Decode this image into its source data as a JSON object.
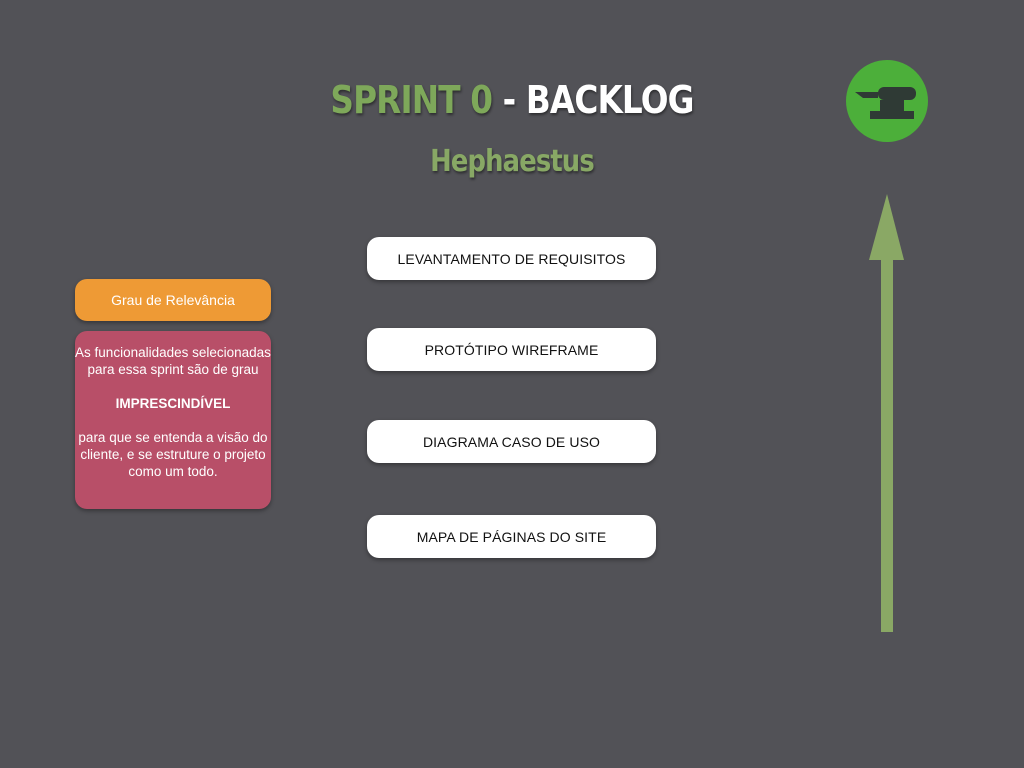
{
  "header": {
    "title_part1": "SPRINT 0",
    "title_separator": " - ",
    "title_part2": "BACKLOG",
    "subtitle": "Hephaestus"
  },
  "logo": {
    "icon": "anvil-icon",
    "color": "#4caf3a"
  },
  "relevance": {
    "label": "Grau de Relevância",
    "color": "#ee9a35"
  },
  "note": {
    "line1": "As funcionalidades selecionadas para essa sprint são de grau",
    "emphasis": "IMPRESCINDÍVEL",
    "line2": "para que se entenda a visão do cliente, e se estruture o projeto como um todo.",
    "color": "#b84f68"
  },
  "backlog": {
    "items": [
      {
        "label": "LEVANTAMENTO DE REQUISITOS"
      },
      {
        "label": "PROTÓTIPO WIREFRAME"
      },
      {
        "label": "DIAGRAMA CASO DE USO"
      },
      {
        "label": "MAPA DE PÁGINAS DO SITE"
      }
    ]
  },
  "arrow": {
    "icon": "up-arrow-icon",
    "color": "#8aa865"
  }
}
